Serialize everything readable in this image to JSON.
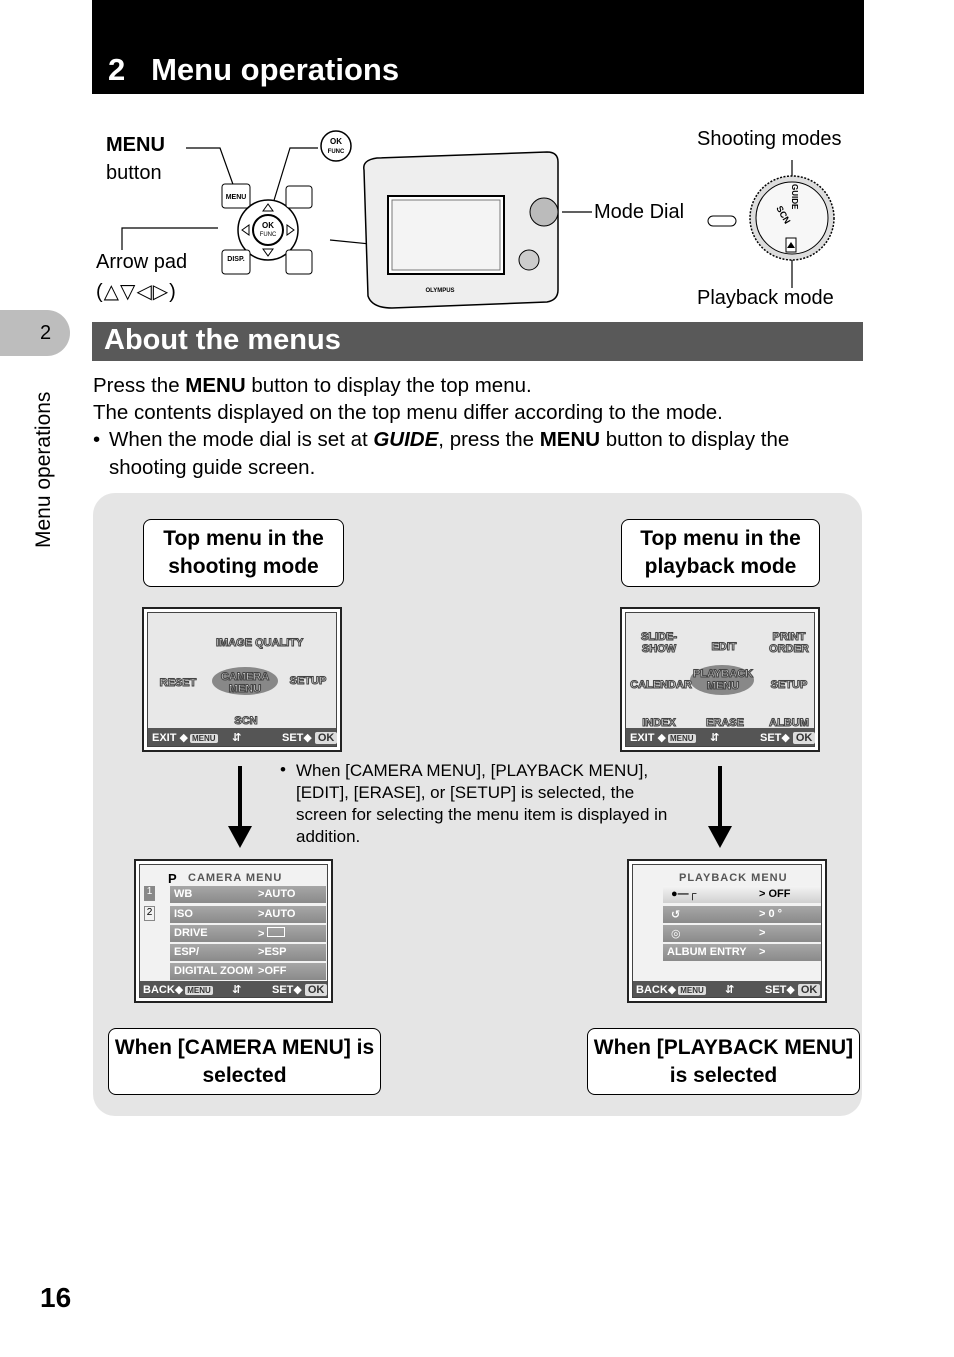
{
  "header": {
    "title": "2   Menu operations"
  },
  "sidebar": {
    "chapter_num": "2",
    "chapter_text": "Menu operations"
  },
  "camera_figure": {
    "menu_label": "MENU",
    "button_label": "button",
    "arrow_pad_label": "Arrow pad",
    "arrow_pad_symbols": "(△▽◁▷)",
    "ok_func_label": "OK\nFUNC",
    "mode_dial_label": "Mode Dial",
    "shooting_modes_label": "Shooting modes",
    "playback_mode_label": "Playback mode",
    "pad_menu": "MENU",
    "pad_ok": "OK",
    "pad_func": "FUNC",
    "pad_disp": "DISP.",
    "dial_scn": "SCN",
    "dial_guide": "GUIDE",
    "brand": "OLYMPUS"
  },
  "section": {
    "title": "About the menus"
  },
  "intro": {
    "line1_pre": "Press the ",
    "line1_kw": "MENU",
    "line1_post": " button to display the top menu.",
    "line2": "The contents displayed on the top menu differ according to the mode.",
    "bullet": "•",
    "line3_pre": "When the mode dial is set at ",
    "line3_kw1": "GUIDE",
    "line3_mid": ", press the ",
    "line3_kw2": "MENU",
    "line3_post": " button to display the",
    "line4": "shooting guide screen."
  },
  "diagram": {
    "box_shoot": "Top menu in the shooting mode",
    "box_play": "Top menu in the playback mode",
    "box_cam_sel": "When [CAMERA MENU] is selected",
    "box_play_sel": "When [PLAYBACK MENU] is selected",
    "note_bullet": "•",
    "note": "When [CAMERA MENU], [PLAYBACK MENU], [EDIT], [ERASE], or [SETUP] is selected, the screen for selecting the menu item is displayed in addition."
  },
  "shoot_menu": {
    "image_quality": "IMAGE QUALITY",
    "reset": "RESET",
    "camera_menu": "CAMERA MENU",
    "setup": "SETUP",
    "scn": "SCN",
    "exit": "EXIT",
    "set": "SET",
    "menu_tag": "MENU",
    "ok": "OK"
  },
  "play_menu": {
    "slide_show": "SLIDE-SHOW",
    "edit": "EDIT",
    "print_order": "PRINT ORDER",
    "calendar": "CALENDAR",
    "playback_menu": "PLAYBACK MENU",
    "setup": "SETUP",
    "index": "INDEX",
    "erase": "ERASE",
    "album": "ALBUM",
    "exit": "EXIT",
    "set": "SET",
    "menu_tag": "MENU",
    "ok": "OK"
  },
  "camera_menu_screen": {
    "mode": "P",
    "title": "CAMERA MENU",
    "page1": "1",
    "page2": "2",
    "rows": [
      {
        "label": "WB",
        "value": "AUTO"
      },
      {
        "label": "ISO",
        "value": "AUTO"
      },
      {
        "label": "DRIVE",
        "value": ""
      },
      {
        "label": "ESP/",
        "value": "ESP"
      },
      {
        "label": "DIGITAL ZOOM",
        "value": "OFF"
      }
    ],
    "back": "BACK",
    "set": "SET",
    "menu_tag": "MENU",
    "ok": "OK"
  },
  "playback_menu_screen": {
    "title": "PLAYBACK MENU",
    "rows": [
      {
        "label": "",
        "value": "OFF"
      },
      {
        "label": "",
        "value": "0 °"
      },
      {
        "label": "",
        "value": ""
      },
      {
        "label": "ALBUM ENTRY",
        "value": ""
      }
    ],
    "back": "BACK",
    "set": "SET",
    "menu_tag": "MENU",
    "ok": "OK"
  },
  "page": {
    "number": "16"
  }
}
